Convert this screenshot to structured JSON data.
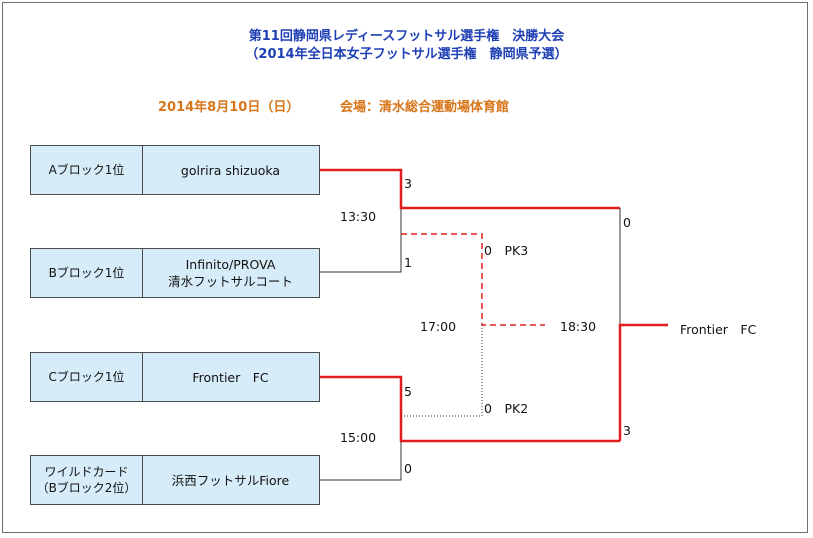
{
  "header": {
    "title_line1": "第11回静岡県レディースフットサル選手権　決勝大会",
    "title_line2": "（2014年全日本女子フットサル選手権　静岡県予選）",
    "date": "2014年8月10日（日）",
    "venue": "会場：清水総合運動場体育館"
  },
  "teams": [
    {
      "label": "Aブロック1位",
      "name": "golrira shizuoka"
    },
    {
      "label": "Bブロック1位",
      "name": "Infinito/PROVA\n清水フットサルコート"
    },
    {
      "label": "Cブロック1位",
      "name": "Frontier　FC"
    },
    {
      "label": "ワイルドカード\n（Bブロック2位）",
      "name": "浜西フットサルFiore"
    }
  ],
  "scores": {
    "sf1_top": "3",
    "sf1_bottom": "1",
    "sf2_top": "5",
    "sf2_bottom": "0",
    "third_top": "0　PK3",
    "third_bottom": "0　PK2",
    "final_top": "0",
    "final_bottom": "3"
  },
  "times": {
    "sf1": "13:30",
    "sf2": "15:00",
    "third": "17:00",
    "final": "18:30"
  },
  "champion": "Frontier　FC",
  "colors": {
    "title": "#1f3fb5",
    "date": "#d8751a",
    "winner_line": "#e01e1e",
    "box_fill": "#d6ecf8",
    "bracket_line": "#333333"
  }
}
